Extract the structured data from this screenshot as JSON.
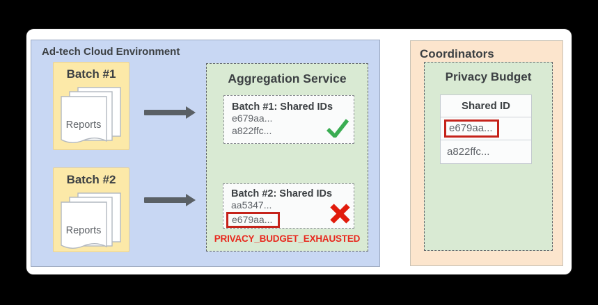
{
  "colors": {
    "environment_bg": "#c8d7f3",
    "batch_bg": "#fce9a8",
    "service_bg": "#d9ead3",
    "coordinators_bg": "#fce5cd",
    "success_green": "#3aad52",
    "error_red": "#e11b0c",
    "flag_box_red": "#c5221a",
    "title_text": "#3c4043",
    "body_text": "#5f6368"
  },
  "environment": {
    "title": "Ad-tech Cloud Environment",
    "batches": [
      {
        "label": "Batch #1",
        "doc_label": "Reports"
      },
      {
        "label": "Batch #2",
        "doc_label": "Reports"
      }
    ]
  },
  "aggregation_service": {
    "title": "Aggregation Service",
    "results": [
      {
        "title": "Batch #1: Shared IDs",
        "ids": [
          "e679aa...",
          "a822ffc..."
        ],
        "status_icon": "green-checkmark"
      },
      {
        "title": "Batch #2: Shared IDs",
        "ids": [
          "aa5347...",
          "e679aa..."
        ],
        "status_icon": "red-cross",
        "flagged_id": "e679aa..."
      }
    ],
    "error_label": "PRIVACY_BUDGET_EXHAUSTED"
  },
  "coordinators": {
    "title": "Coordinators",
    "privacy_budget": {
      "title": "Privacy Budget",
      "table": {
        "header": "Shared ID",
        "rows": [
          {
            "value": "e679aa...",
            "flagged": true
          },
          {
            "value": "a822ffc...",
            "flagged": false
          }
        ]
      }
    }
  }
}
